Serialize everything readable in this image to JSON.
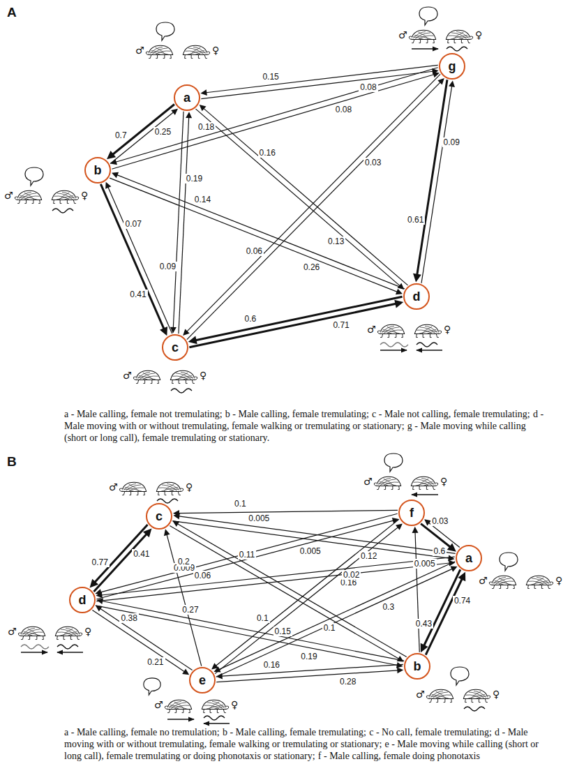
{
  "diagram": {
    "nodes": [
      {
        "text": [
          "a"
        ]
      },
      {
        "text": [
          "g"
        ]
      },
      {
        "text": [
          "b"
        ]
      },
      {
        "text": [
          "d"
        ]
      },
      {
        "text": [
          "c"
        ]
      },
      {
        "text": [
          "c"
        ]
      },
      {
        "text": [
          "f"
        ]
      },
      {
        "text": [
          "a"
        ]
      },
      {
        "text": [
          "d"
        ]
      },
      {
        "text": [
          "e"
        ]
      },
      {
        "text": [
          "b"
        ]
      }
    ],
    "edges": [
      {
        "from": 0,
        "to": 2,
        "arrow": "to",
        "label": "0.7"
      },
      {
        "from": 2,
        "to": 0,
        "arrow": "to",
        "label": "0.25"
      },
      {
        "from": 0,
        "to": 1,
        "arrow": "to",
        "label": "0.08"
      },
      {
        "from": 1,
        "to": 0,
        "arrow": "to",
        "label": "0.15"
      },
      {
        "from": 2,
        "to": 1,
        "arrow": "to",
        "label": "0.08"
      },
      {
        "from": 1,
        "to": 2,
        "arrow": "to",
        "label": "0.18"
      },
      {
        "from": 3,
        "to": 0,
        "arrow": "to",
        "label": "0.16"
      },
      {
        "from": 0,
        "to": 3,
        "arrow": "to",
        "label": "0.13"
      },
      {
        "from": 3,
        "to": 2,
        "arrow": "to",
        "label": "0.14"
      },
      {
        "from": 2,
        "to": 3,
        "arrow": "to",
        "label": "0.26"
      },
      {
        "from": 4,
        "to": 0,
        "arrow": "to",
        "label": "0.19"
      },
      {
        "from": 0,
        "to": 4,
        "arrow": "to",
        "label": "0.09"
      },
      {
        "from": 2,
        "to": 4,
        "arrow": "to",
        "label": "0.41"
      },
      {
        "from": 4,
        "to": 2,
        "arrow": "to",
        "label": "0.07"
      },
      {
        "from": 1,
        "to": 4,
        "arrow": "to",
        "label": "0.06"
      },
      {
        "from": 4,
        "to": 1,
        "arrow": "to",
        "label": "0.03"
      },
      {
        "from": 4,
        "to": 3,
        "arrow": "to",
        "label": "0.71"
      },
      {
        "from": 3,
        "to": 4,
        "arrow": "to",
        "label": "0.6"
      },
      {
        "from": 1,
        "to": 3,
        "arrow": "to",
        "label": "0.61"
      },
      {
        "from": 3,
        "to": 1,
        "arrow": "to",
        "label": "0.09"
      },
      {
        "from": 5,
        "to": 8,
        "arrow": "to",
        "label": "0.77"
      },
      {
        "from": 8,
        "to": 5,
        "arrow": "to",
        "label": "0.41"
      },
      {
        "from": 6,
        "to": 5,
        "arrow": "to",
        "label": "0.1"
      },
      {
        "from": 7,
        "to": 5,
        "arrow": "to",
        "label": "0.005"
      },
      {
        "from": 5,
        "to": 7,
        "arrow": "to",
        "label": "0.12"
      },
      {
        "from": 6,
        "to": 7,
        "arrow": "to",
        "label": "0.6"
      },
      {
        "from": 7,
        "to": 6,
        "arrow": "to",
        "label": "0.03"
      },
      {
        "from": 10,
        "to": 5,
        "arrow": "to",
        "label": "0.11"
      },
      {
        "from": 5,
        "to": 10,
        "arrow": "to",
        "label": "0.1"
      },
      {
        "from": 9,
        "to": 5,
        "arrow": "to",
        "label": "0.009"
      },
      {
        "from": 6,
        "to": 8,
        "arrow": "to",
        "label": "0.2"
      },
      {
        "from": 8,
        "to": 6,
        "arrow": "to",
        "label": "0.005"
      },
      {
        "from": 7,
        "to": 8,
        "arrow": "to",
        "label": "0.06"
      },
      {
        "from": 8,
        "to": 7,
        "arrow": "to",
        "label": "0.16"
      },
      {
        "from": 10,
        "to": 8,
        "arrow": "to",
        "label": "0.27"
      },
      {
        "from": 8,
        "to": 10,
        "arrow": "to",
        "label": "0.19"
      },
      {
        "from": 9,
        "to": 8,
        "arrow": "to",
        "label": "0.38"
      },
      {
        "from": 8,
        "to": 9,
        "arrow": "to",
        "label": "0.21"
      },
      {
        "from": 10,
        "to": 9,
        "arrow": "to",
        "label": "0.16"
      },
      {
        "from": 9,
        "to": 10,
        "arrow": "to",
        "label": "0.28"
      },
      {
        "from": 10,
        "to": 7,
        "arrow": "to",
        "label": "0.74"
      },
      {
        "from": 7,
        "to": 10,
        "arrow": "to",
        "label": "0.43"
      },
      {
        "from": 9,
        "to": 7,
        "arrow": "to",
        "label": "0.3"
      },
      {
        "from": 7,
        "to": 9,
        "arrow": "to",
        "label": "0.15"
      },
      {
        "from": 6,
        "to": 9,
        "arrow": "to",
        "label": "0.1"
      },
      {
        "from": 9,
        "to": 6,
        "arrow": "to",
        "label": "0.02"
      },
      {
        "from": 10,
        "to": 6,
        "arrow": "to",
        "label": "0.005"
      }
    ],
    "labels": [
      "A",
      "♂",
      "♀",
      "♂",
      "♀",
      "♂",
      "♀",
      "♂",
      "♀",
      "♂",
      "♀",
      "a - Male calling, female not tremulating;",
      "b - Male calling, female tremulating;",
      "c - Male not calling, female tremulating;",
      "d - Male moving with or without tremulating, female walking or tremulating or stationary;",
      "g - Male moving while calling (short or long call), female tremulating or stationary.",
      "B",
      "♂",
      "♀",
      "♂",
      "♀",
      "♂",
      "♀",
      "♂",
      "♀",
      "♂",
      "♀",
      "♂",
      "♀",
      "a - Male calling, female no tremulation;",
      "b - Male calling, female tremulating;",
      "c - No call, female tremulating;",
      "d - Male moving with or without tremulating, female walking or tremulating or stationary;",
      "e - Male moving while calling (short or long call), female tremulating or doing phonotaxis or stationary;",
      "f - Male calling, female doing phonotaxis"
    ]
  }
}
